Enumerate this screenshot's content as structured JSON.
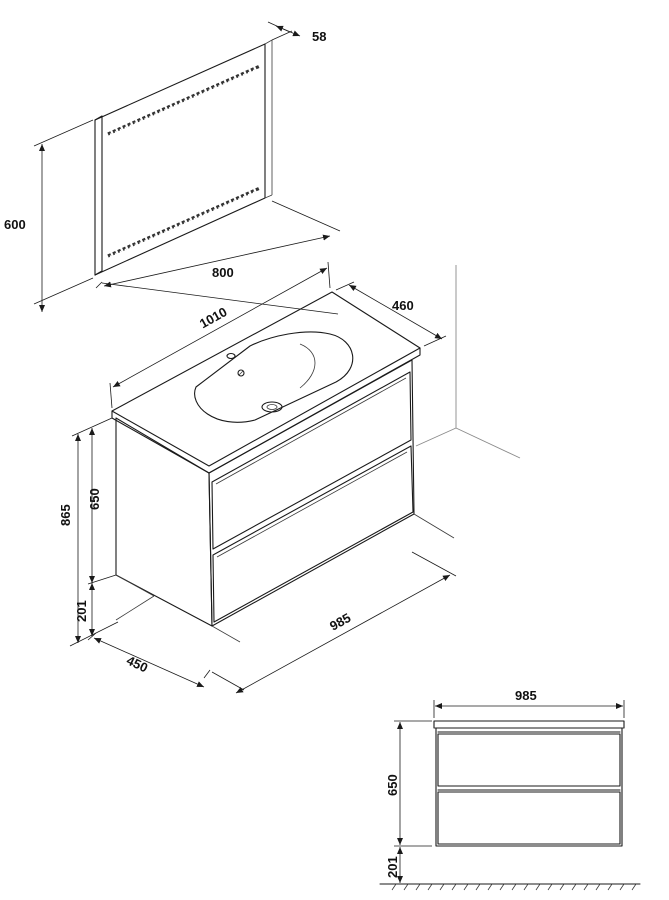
{
  "mirror": {
    "depth": "58",
    "height": "600",
    "width": "800"
  },
  "vanity": {
    "top_width": "1010",
    "top_depth": "460",
    "total_height": "865",
    "cabinet_height": "650",
    "floor_clearance": "201",
    "cabinet_depth": "450",
    "cabinet_width": "985"
  },
  "front_view": {
    "width": "985",
    "cabinet_height": "650",
    "floor_clearance": "201"
  }
}
